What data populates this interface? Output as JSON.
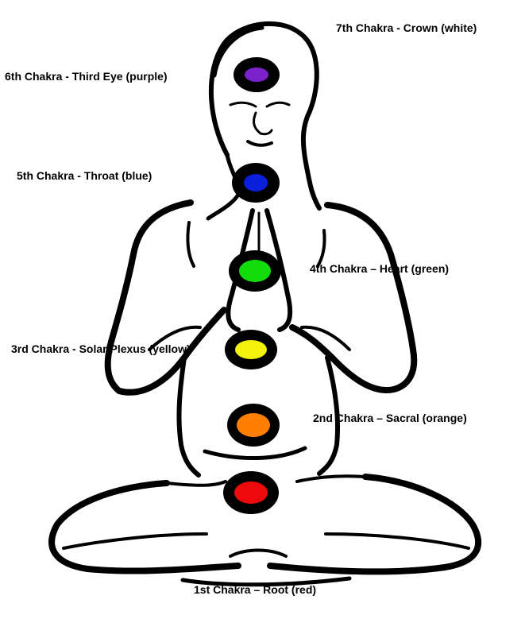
{
  "diagram": {
    "labels": {
      "crown": "7th Chakra - Crown (white)",
      "third_eye": "6th Chakra - Third Eye (purple)",
      "throat": "5th Chakra - Throat (blue)",
      "heart": "4th Chakra – Heart (green)",
      "solar_plexus": "3rd Chakra - Solar Plexus (yellow)",
      "sacral": "2nd Chakra – Sacral (orange)",
      "root": "1st Chakra – Root (red)"
    },
    "colors": {
      "third_eye": "#7b22cc",
      "throat": "#0a1fd9",
      "heart": "#11dd0a",
      "solar_plexus": "#f2f20a",
      "sacral": "#ff7f00",
      "root": "#ee0a0a",
      "outline": "#000000"
    }
  }
}
